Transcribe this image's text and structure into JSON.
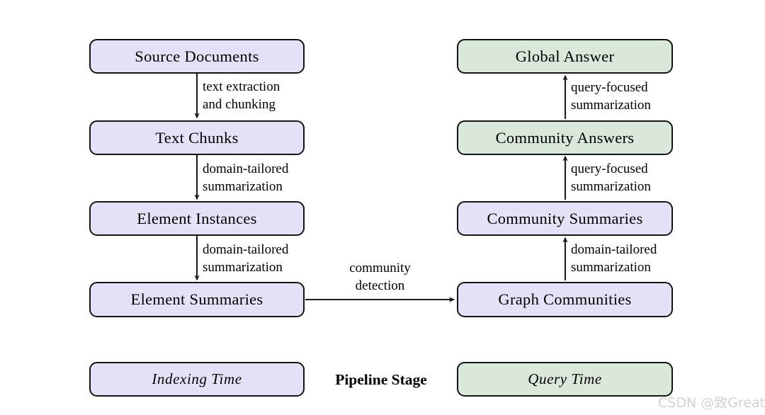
{
  "figure": {
    "columns": {
      "indexing": {
        "nodes": [
          {
            "label": "Source Documents",
            "color": "purple"
          },
          {
            "label": "Text Chunks",
            "color": "purple"
          },
          {
            "label": "Element Instances",
            "color": "purple"
          },
          {
            "label": "Element Summaries",
            "color": "purple"
          }
        ],
        "edges": [
          {
            "line1": "text extraction",
            "line2": "and chunking"
          },
          {
            "line1": "domain-tailored",
            "line2": "summarization"
          },
          {
            "line1": "domain-tailored",
            "line2": "summarization"
          }
        ]
      },
      "query": {
        "nodes": [
          {
            "label": "Global Answer",
            "color": "green"
          },
          {
            "label": "Community Answers",
            "color": "green"
          },
          {
            "label": "Community Summaries",
            "color": "purple"
          },
          {
            "label": "Graph Communities",
            "color": "purple"
          }
        ],
        "edges": [
          {
            "line1": "query-focused",
            "line2": "summarization"
          },
          {
            "line1": "query-focused",
            "line2": "summarization"
          },
          {
            "line1": "domain-tailored",
            "line2": "summarization"
          }
        ]
      }
    },
    "bridge_edge": {
      "line1": "community",
      "line2": "detection"
    },
    "legend": {
      "indexing_label": "Indexing Time",
      "stage_label": "Pipeline Stage",
      "query_label": "Query Time"
    },
    "watermark": "CSDN @致Great",
    "colors": {
      "indexing_fill": "#e3e2f7",
      "query_fill": "#d9e8d9",
      "stroke": "#141414",
      "watermark": "#d2d2d2"
    }
  }
}
